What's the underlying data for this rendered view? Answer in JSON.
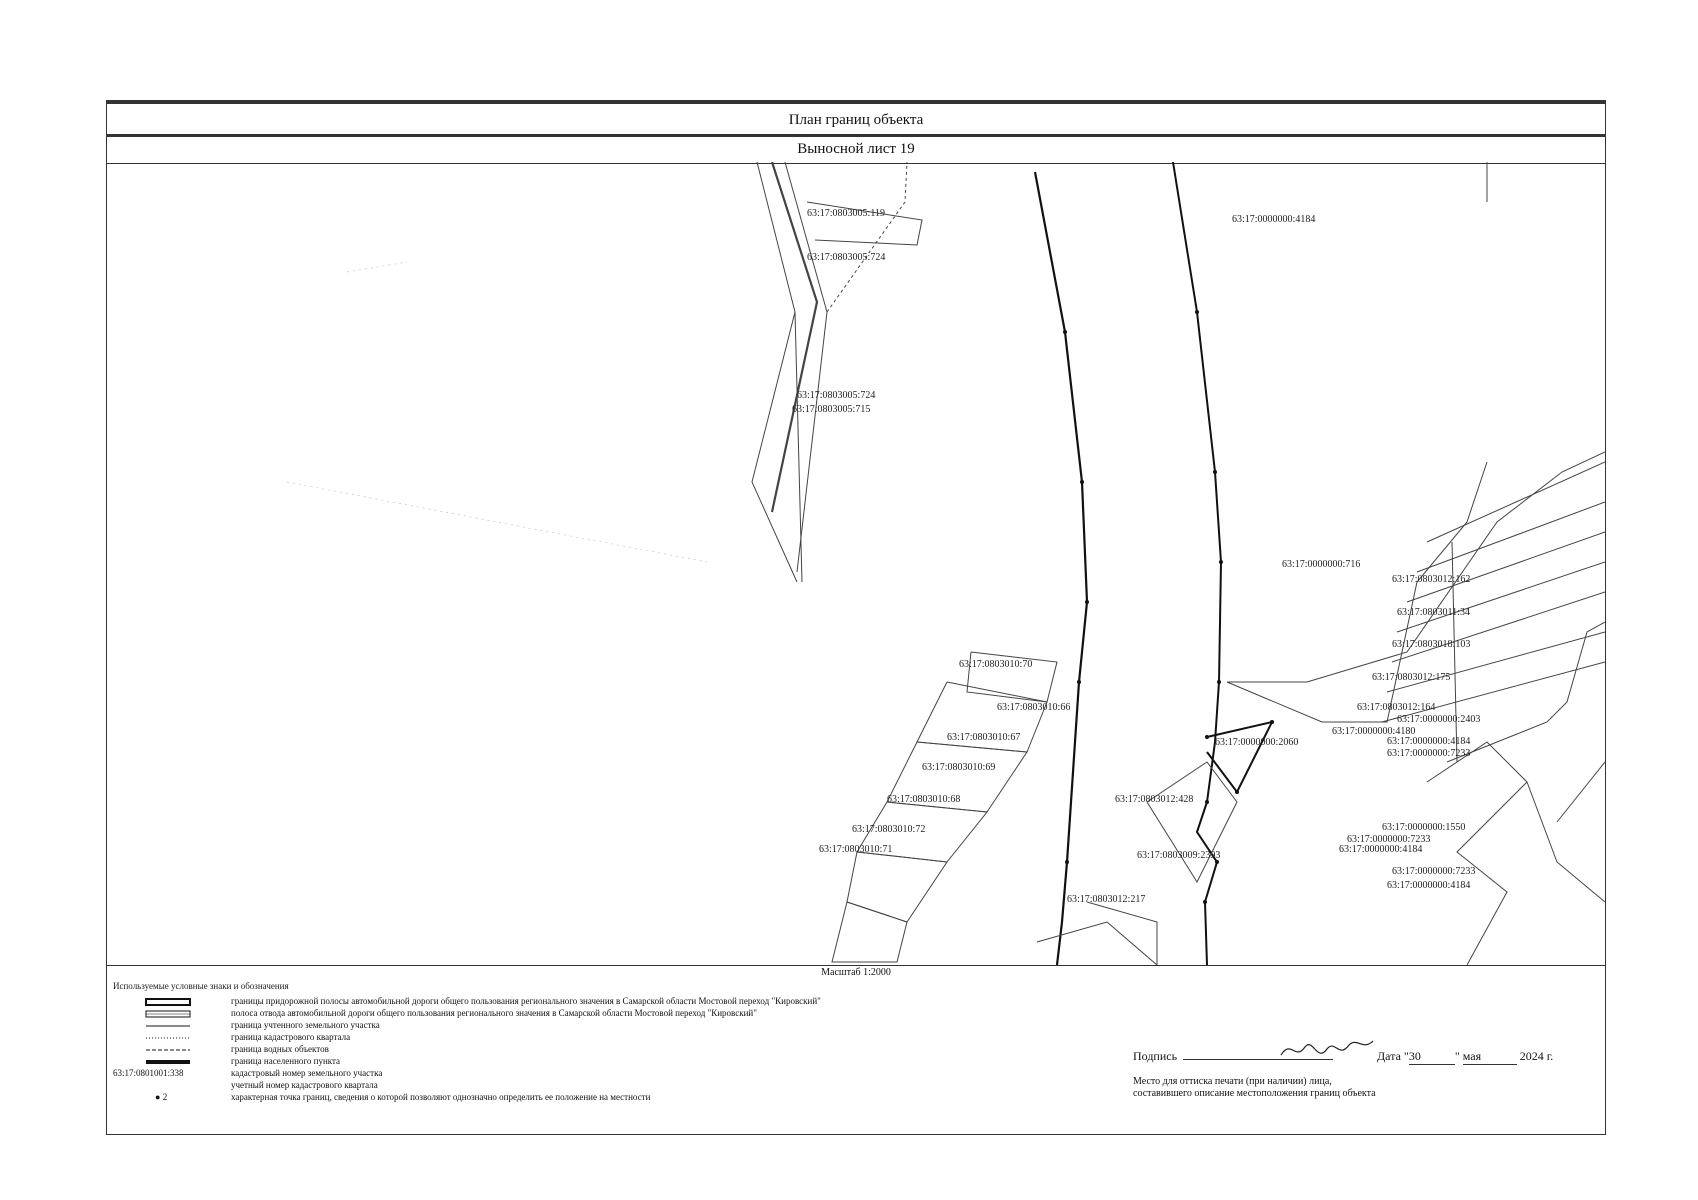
{
  "title": "План границ объекта",
  "sheet_title": "Выносной лист 19",
  "scale_text": "Масштаб 1:2000",
  "legend_title": "Используемые условные знаки и обозначения",
  "legend": [
    {
      "symbol": "thick-rect",
      "code": "",
      "text": "границы придорожной полосы автомобильной дороги общего пользования регионального значения в Самарской области Мостовой переход \"Кировский\""
    },
    {
      "symbol": "double-rect",
      "code": "",
      "text": "полоса отвода автомобильной дороги общего пользования регионального значения в Самарской области Мостовой переход \"Кировский\""
    },
    {
      "symbol": "solid-line",
      "code": "",
      "text": "граница учтенного земельного участка"
    },
    {
      "symbol": "dotted-line",
      "code": "",
      "text": "граница кадастрового квартала"
    },
    {
      "symbol": "dashed-line",
      "code": "",
      "text": "граница водных объектов"
    },
    {
      "symbol": "bold-line",
      "code": "",
      "text": "граница населенного пункта"
    },
    {
      "symbol": "none",
      "code": "63:17:0801001:338",
      "text": "кадастровый номер земельного участка"
    },
    {
      "symbol": "none",
      "code": "",
      "text": "учетный номер кадастрового квартала"
    },
    {
      "symbol": "point",
      "code": "2",
      "text": "характерная точка границ, сведения о которой позволяют однозначно определить ее положение на местности"
    }
  ],
  "signature": {
    "label": "Подпись",
    "date_label": "Дата \"",
    "day": "30",
    "month": "мая",
    "year": "2024",
    "year_suffix": "г.",
    "stamp_line1": "Место для оттиска печати (при наличии) лица,",
    "stamp_line2": "составившего описание местоположения границ объекта"
  },
  "parcels": [
    {
      "id": "p1",
      "label": "63:17:0803005:119"
    },
    {
      "id": "p2",
      "label": "63:17:0803005:724"
    },
    {
      "id": "p3",
      "label": "63:17:0803005:724"
    },
    {
      "id": "p4",
      "label": "63:17:0803005:715"
    },
    {
      "id": "p5",
      "label": "63:17:0000000:4184"
    },
    {
      "id": "p6",
      "label": "63:17:0000000:716"
    },
    {
      "id": "p7",
      "label": "63:17:0803012:162"
    },
    {
      "id": "p8",
      "label": "63:17:0803011:34"
    },
    {
      "id": "p9",
      "label": "63:17:0803018:103"
    },
    {
      "id": "p10",
      "label": "63:17:0803012:175"
    },
    {
      "id": "p11",
      "label": "63:17:0803012:164"
    },
    {
      "id": "p12",
      "label": "63:17:0000000:2403"
    },
    {
      "id": "p13",
      "label": "63:17:0000000:4180"
    },
    {
      "id": "p14",
      "label": "63:17:0000000:4184"
    },
    {
      "id": "p15",
      "label": "63:17:0000000:7233"
    },
    {
      "id": "p16",
      "label": "63:17:0000000:2060"
    },
    {
      "id": "p17",
      "label": "63:17:0803010:70"
    },
    {
      "id": "p18",
      "label": "63:17:0803010:66"
    },
    {
      "id": "p19",
      "label": "63:17:0803010:67"
    },
    {
      "id": "p20",
      "label": "63:17:0803010:69"
    },
    {
      "id": "p21",
      "label": "63:17:0803010:68"
    },
    {
      "id": "p22",
      "label": "63:17:0803010:72"
    },
    {
      "id": "p23",
      "label": "63:17:0803010:71"
    },
    {
      "id": "p24",
      "label": "63:17:0803012:428"
    },
    {
      "id": "p25",
      "label": "63:17:0803009:2393"
    },
    {
      "id": "p26",
      "label": "63:17:0803012:217"
    },
    {
      "id": "p27",
      "label": "63:17:0000000:1550"
    },
    {
      "id": "p28",
      "label": "63:17:0000000:7233"
    },
    {
      "id": "p29",
      "label": "63:17:0000000:4184"
    },
    {
      "id": "p30",
      "label": "63:17:0000000:7233"
    },
    {
      "id": "p31",
      "label": "63:17:0000000:4184"
    }
  ]
}
